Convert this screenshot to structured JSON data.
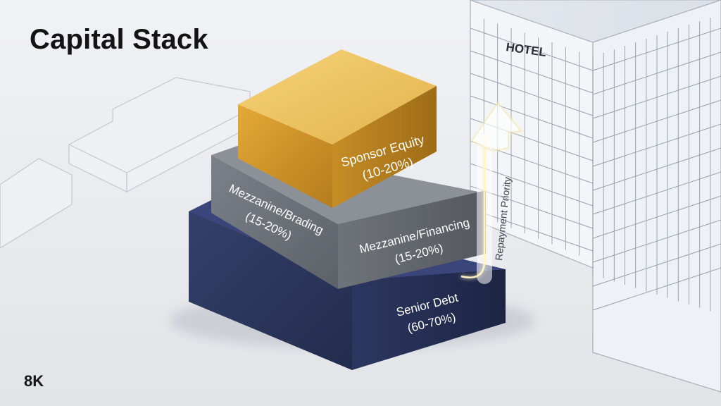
{
  "page": {
    "title": "Capital Stack",
    "badge": "8K"
  },
  "building": {
    "sign": "HOTEL"
  },
  "layers": [
    {
      "id": "sponsor-equity",
      "name": "Sponsor Equity",
      "range": "(10-20%)"
    },
    {
      "id": "mezzanine-left",
      "name": "Mezzanine/Brading",
      "range": "(15-20%)"
    },
    {
      "id": "mezzanine-right",
      "name": "Mezzanine/Financing",
      "range": "(15-20%)"
    },
    {
      "id": "senior-debt",
      "name": "Senior Debt",
      "range": "(60-70%)"
    }
  ],
  "arrow": {
    "label": "Repayment Priority"
  },
  "colors": {
    "background": "#e9ebef",
    "senior_debt": "#27335a",
    "mezzanine": "#6c7077",
    "sponsor_equity": "#d6a030",
    "arrow_glow": "#fff4c4"
  }
}
